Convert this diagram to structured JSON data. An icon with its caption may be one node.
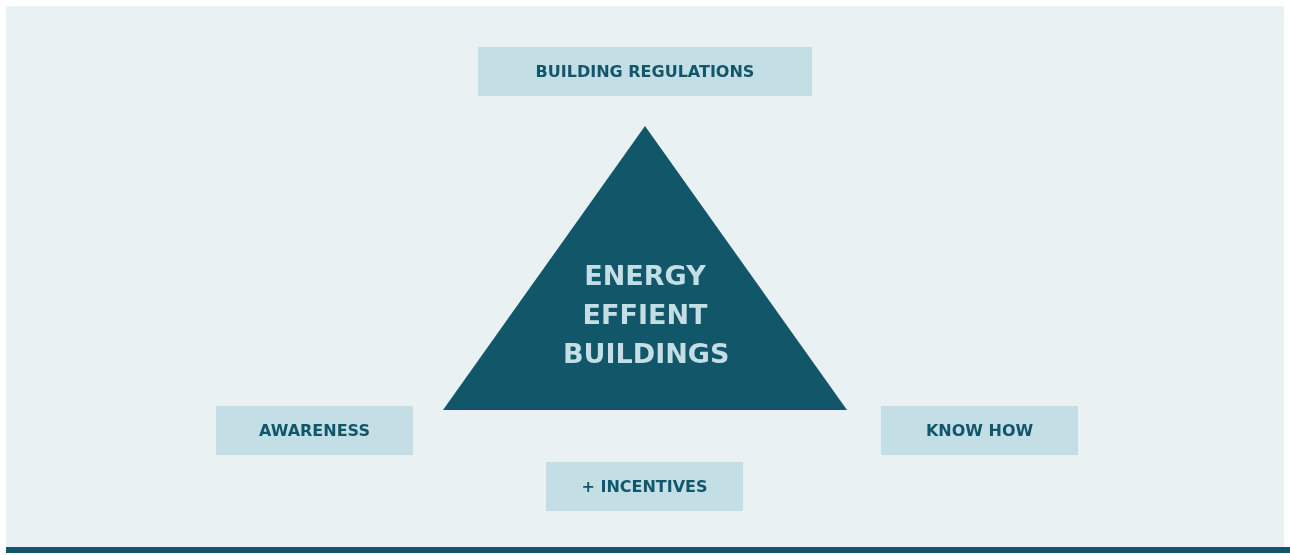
{
  "diagram": {
    "nodes": [
      {
        "text": [
          "BUILDING REGULATIONS"
        ]
      },
      {
        "text": [
          "ENERGY EFFIENT BUILDINGS"
        ]
      },
      {
        "text": [
          "AWARENESS"
        ]
      },
      {
        "text": [
          "KNOW HOW"
        ]
      },
      {
        "text": [
          "+ INCENTIVES"
        ]
      }
    ],
    "edges": []
  }
}
